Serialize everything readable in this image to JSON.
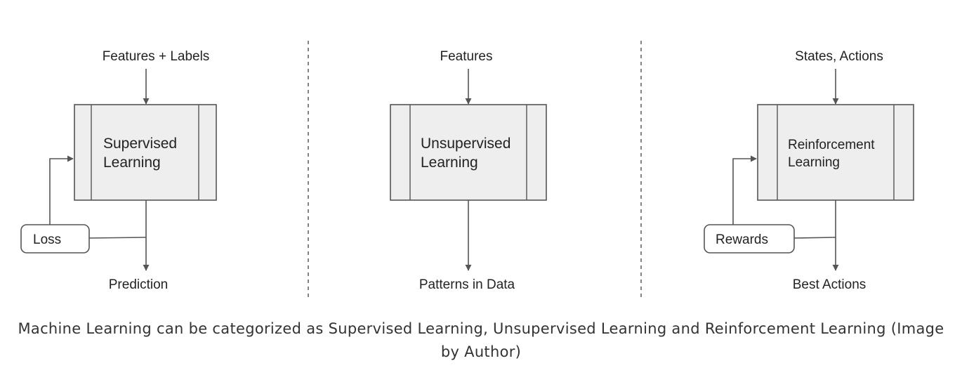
{
  "supervised": {
    "input": "Features + Labels",
    "title_line1": "Supervised",
    "title_line2": "Learning",
    "feedback": "Loss",
    "output": "Prediction"
  },
  "unsupervised": {
    "input": "Features",
    "title_line1": "Unsupervised",
    "title_line2": "Learning",
    "output": "Patterns in Data"
  },
  "reinforcement": {
    "input": "States, Actions",
    "title_line1": "Reinforcement",
    "title_line2": "Learning",
    "feedback": "Rewards",
    "output": "Best Actions"
  },
  "caption": "Machine Learning can be categorized as Supervised Learning, Unsupervised Learning and Reinforcement Learning (Image by Author)",
  "colors": {
    "box_fill": "#eeeeee",
    "box_stroke": "#555555",
    "line": "#555555",
    "divider": "#666666"
  }
}
